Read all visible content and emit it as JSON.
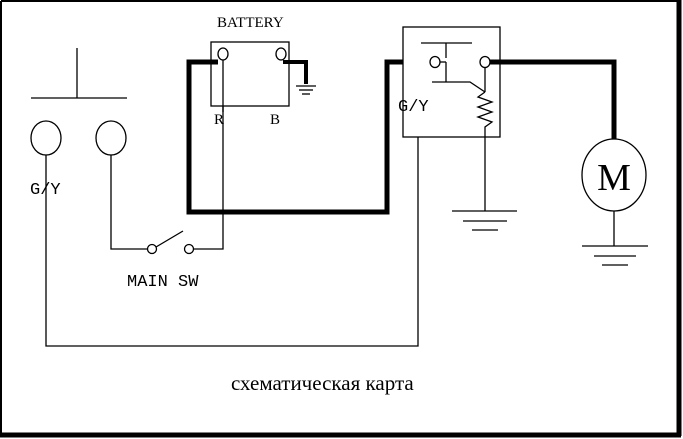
{
  "labels": {
    "battery": "BATTERY",
    "battery_terminal_r": "R",
    "battery_terminal_b": "B",
    "left_unit_wire": "G/Y",
    "relay_wire": "G/Y",
    "main_switch": "MAIN SW",
    "motor": "M",
    "caption": "схематическая карта"
  },
  "colors": {
    "line": "#000000",
    "background": "#ffffff"
  }
}
